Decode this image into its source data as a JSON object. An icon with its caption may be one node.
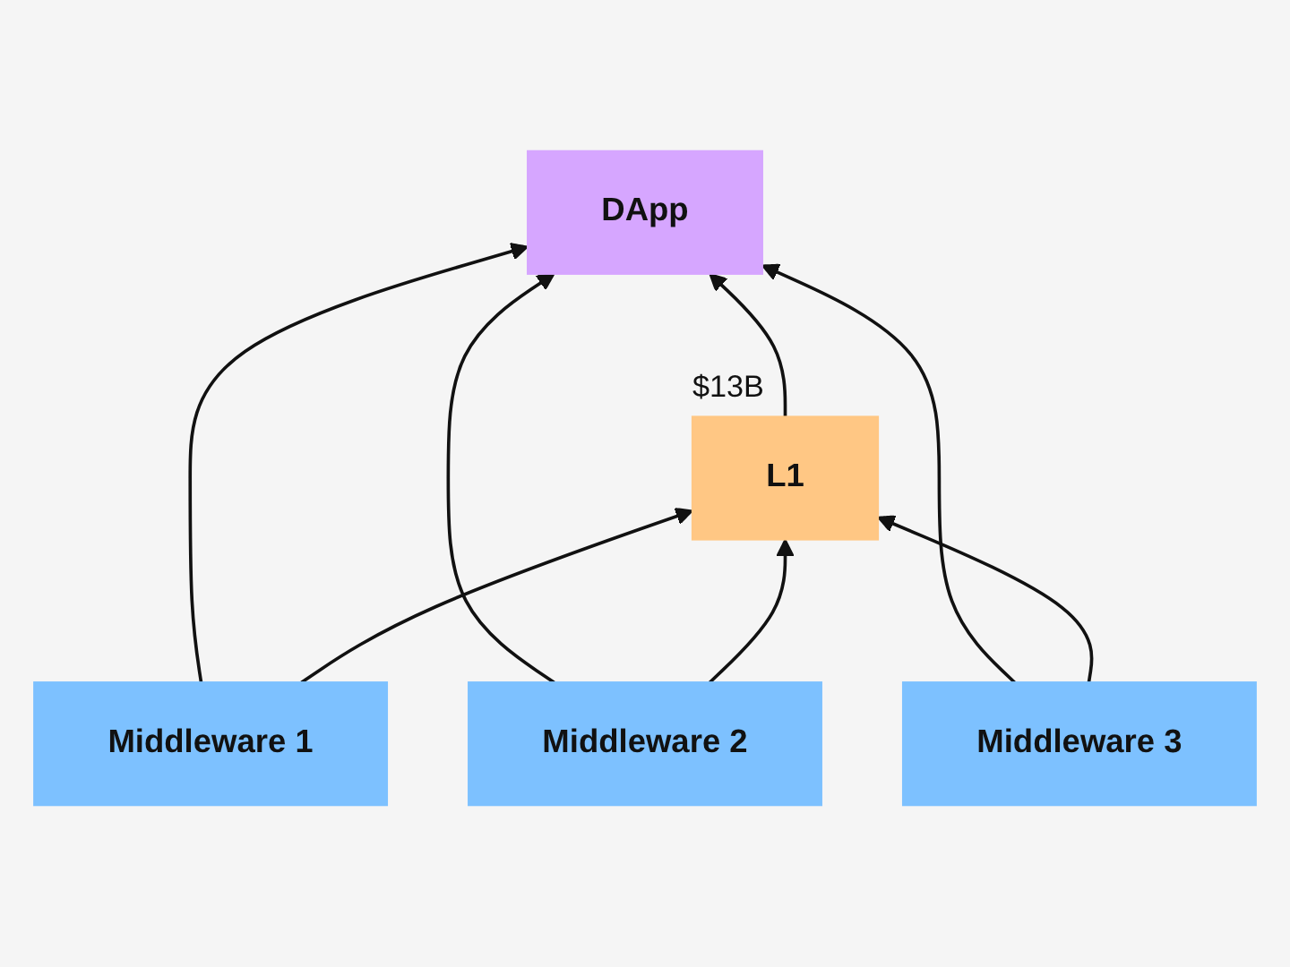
{
  "diagram": {
    "nodes": [
      {
        "text": [
          "DApp"
        ]
      },
      {
        "text": [
          "Middleware 1"
        ]
      },
      {
        "text": [
          "Middleware 2"
        ]
      },
      {
        "text": [
          "Middleware 3"
        ]
      },
      {
        "text": [
          "L1"
        ],
        "beside": [
          "$13B"
        ]
      }
    ],
    "edges": [
      {
        "from": 4,
        "to": 0,
        "arrow": "to"
      },
      {
        "from": 1,
        "to": 0,
        "arrow": "to"
      },
      {
        "from": 2,
        "to": 0,
        "arrow": "to"
      },
      {
        "from": 3,
        "to": 0,
        "arrow": "to"
      },
      {
        "from": 1,
        "to": 4,
        "arrow": "to"
      },
      {
        "from": 2,
        "to": 4,
        "arrow": "to"
      },
      {
        "from": 3,
        "to": 4,
        "arrow": "to"
      }
    ]
  }
}
